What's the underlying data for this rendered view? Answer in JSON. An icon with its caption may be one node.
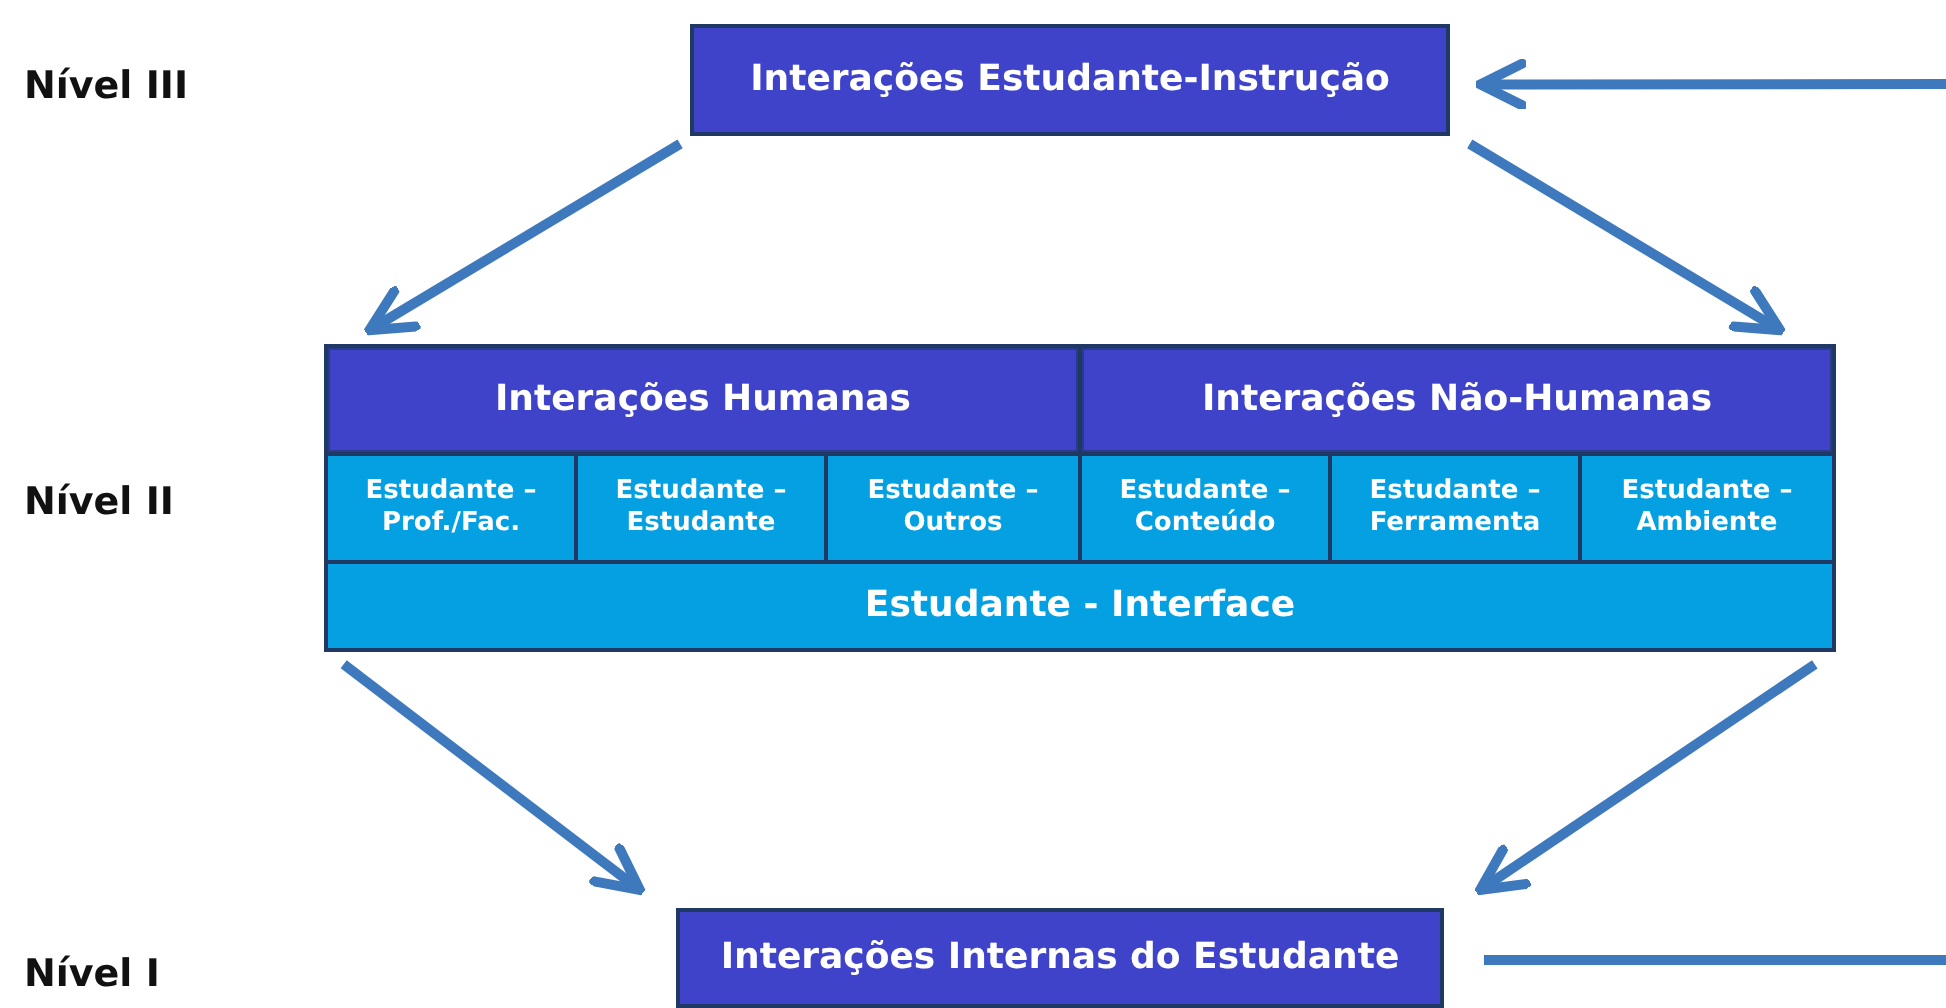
{
  "diagram": {
    "nodes": [
      {
        "text": [
          "Interações Estudante-Instrução"
        ]
      },
      {
        "text": [],
        "shape": "box"
      },
      {
        "text": [
          "Interações Humanas"
        ],
        "in": 1
      },
      {
        "text": [
          "Interações Não-Humanas"
        ],
        "in": 1
      },
      {
        "text": [
          "Estudante – Prof./Fac."
        ],
        "in": 1
      },
      {
        "text": [
          "Estudante – Estudante"
        ],
        "in": 1
      },
      {
        "text": [
          "Estudante – Outros"
        ],
        "in": 1
      },
      {
        "text": [
          "Estudante – Conteúdo"
        ],
        "in": 1
      },
      {
        "text": [
          "Estudante – Ferramenta"
        ],
        "in": 1
      },
      {
        "text": [
          "Estudante – Ambiente"
        ],
        "in": 1
      },
      {
        "text": [
          "Estudante - Interface"
        ],
        "in": 1
      },
      {
        "text": [
          "Interações Internas do Estudante"
        ]
      }
    ],
    "edges": [
      {
        "from": 0,
        "to": 1,
        "arrow": "to"
      },
      {
        "from": 0,
        "to": 1,
        "arrow": "to"
      },
      {
        "from": 1,
        "to": 11,
        "arrow": "to"
      },
      {
        "from": 1,
        "to": 11,
        "arrow": "to"
      },
      {
        "from": null,
        "to": 0,
        "arrow": "to"
      },
      {
        "from": 11,
        "to": null,
        "arrow": "none"
      }
    ],
    "labels": [
      "Nível III",
      "Nível II",
      "Nível I"
    ]
  }
}
